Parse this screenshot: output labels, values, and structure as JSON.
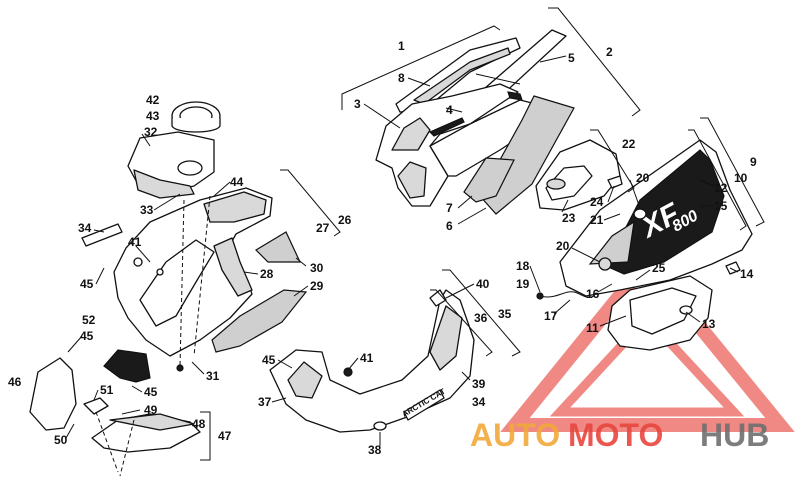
{
  "colors": {
    "watermark_red": "#e8473f",
    "watermark_orange": "#f2a93b",
    "watermark_grey": "#6f6f6f",
    "line": "#111111",
    "mesh": "#cfcfcf",
    "decal": "#1a1a1a"
  },
  "decals": {
    "lower_console": "ARCTIC CAT",
    "side_panel": "XF",
    "side_panel_model": "800"
  },
  "watermark": {
    "part1": "AUTO",
    "part2": "MOTO",
    "part3": "HUB"
  },
  "callouts": [
    {
      "id": "c1",
      "label": "1"
    },
    {
      "id": "c2",
      "label": "2"
    },
    {
      "id": "c3",
      "label": "3"
    },
    {
      "id": "c4",
      "label": "4"
    },
    {
      "id": "c5",
      "label": "5"
    },
    {
      "id": "c6",
      "label": "6"
    },
    {
      "id": "c7",
      "label": "7"
    },
    {
      "id": "c8",
      "label": "8"
    },
    {
      "id": "c9",
      "label": "9"
    },
    {
      "id": "c10",
      "label": "10"
    },
    {
      "id": "c11",
      "label": "11"
    },
    {
      "id": "c12",
      "label": "12"
    },
    {
      "id": "c13",
      "label": "13"
    },
    {
      "id": "c14",
      "label": "14"
    },
    {
      "id": "c15",
      "label": "15"
    },
    {
      "id": "c16",
      "label": "16"
    },
    {
      "id": "c17",
      "label": "17"
    },
    {
      "id": "c18",
      "label": "18"
    },
    {
      "id": "c19",
      "label": "19"
    },
    {
      "id": "c20a",
      "label": "20"
    },
    {
      "id": "c20b",
      "label": "20"
    },
    {
      "id": "c21",
      "label": "21"
    },
    {
      "id": "c22",
      "label": "22"
    },
    {
      "id": "c23",
      "label": "23"
    },
    {
      "id": "c24",
      "label": "24"
    },
    {
      "id": "c25",
      "label": "25"
    },
    {
      "id": "c26",
      "label": "26"
    },
    {
      "id": "c27",
      "label": "27"
    },
    {
      "id": "c28",
      "label": "28"
    },
    {
      "id": "c29",
      "label": "29"
    },
    {
      "id": "c30",
      "label": "30"
    },
    {
      "id": "c31",
      "label": "31"
    },
    {
      "id": "c32",
      "label": "32"
    },
    {
      "id": "c33",
      "label": "33"
    },
    {
      "id": "c34a",
      "label": "34"
    },
    {
      "id": "c34b",
      "label": "34"
    },
    {
      "id": "c35",
      "label": "35"
    },
    {
      "id": "c36",
      "label": "36"
    },
    {
      "id": "c37",
      "label": "37"
    },
    {
      "id": "c38",
      "label": "38"
    },
    {
      "id": "c39",
      "label": "39"
    },
    {
      "id": "c40",
      "label": "40"
    },
    {
      "id": "c41a",
      "label": "41"
    },
    {
      "id": "c41b",
      "label": "41"
    },
    {
      "id": "c42",
      "label": "42"
    },
    {
      "id": "c43",
      "label": "43"
    },
    {
      "id": "c44",
      "label": "44"
    },
    {
      "id": "c45a",
      "label": "45"
    },
    {
      "id": "c45b",
      "label": "45"
    },
    {
      "id": "c45c",
      "label": "45"
    },
    {
      "id": "c45d",
      "label": "45"
    },
    {
      "id": "c46",
      "label": "46"
    },
    {
      "id": "c47",
      "label": "47"
    },
    {
      "id": "c48",
      "label": "48"
    },
    {
      "id": "c49",
      "label": "49"
    },
    {
      "id": "c50",
      "label": "50"
    },
    {
      "id": "c51",
      "label": "51"
    },
    {
      "id": "c52",
      "label": "52"
    }
  ]
}
